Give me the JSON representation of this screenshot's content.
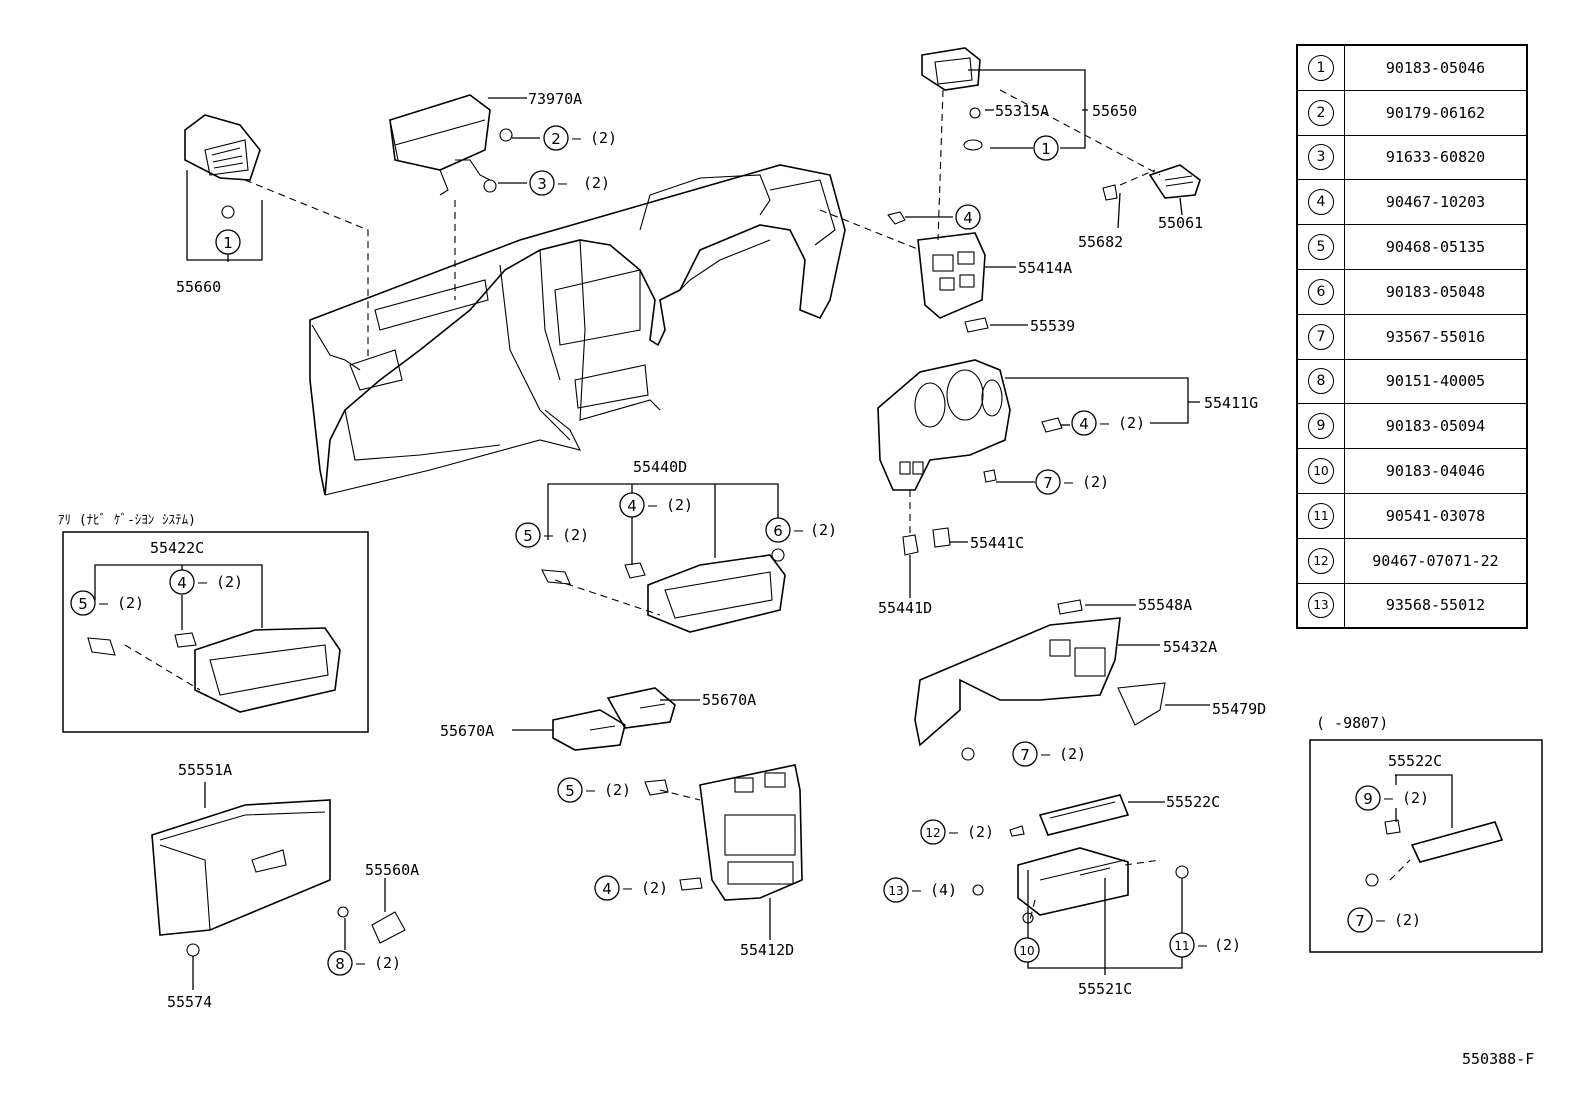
{
  "legend": [
    {
      "num": "1",
      "part": "90183-05046"
    },
    {
      "num": "2",
      "part": "90179-06162"
    },
    {
      "num": "3",
      "part": "91633-60820"
    },
    {
      "num": "4",
      "part": "90467-10203"
    },
    {
      "num": "5",
      "part": "90468-05135"
    },
    {
      "num": "6",
      "part": "90183-05048"
    },
    {
      "num": "7",
      "part": "93567-55016"
    },
    {
      "num": "8",
      "part": "90151-40005"
    },
    {
      "num": "9",
      "part": "90183-05094"
    },
    {
      "num": "10",
      "part": "90183-04046"
    },
    {
      "num": "11",
      "part": "90541-03078"
    },
    {
      "num": "12",
      "part": "90467-07071-22"
    },
    {
      "num": "13",
      "part": "93568-55012"
    }
  ],
  "parts": {
    "p55660": "55660",
    "p73970A": "73970A",
    "p55315A": "55315A",
    "p55650": "55650",
    "p55061": "55061",
    "p55682": "55682",
    "p55414A": "55414A",
    "p55539": "55539",
    "p55411G": "55411G",
    "p55441C": "55441C",
    "p55441D": "55441D",
    "p55440D": "55440D",
    "p55422C": "55422C",
    "p55548A": "55548A",
    "p55432A": "55432A",
    "p55479D": "55479D",
    "p55670A_r": "55670A",
    "p55670A_l": "55670A",
    "p55551A": "55551A",
    "p55560A": "55560A",
    "p55574": "55574",
    "p55412D": "55412D",
    "p55522C": "55522C",
    "p55522C_b": "55522C",
    "p55521C": "55521C"
  },
  "callouts": {
    "c1a": "1",
    "c1b": "1",
    "c2": "2",
    "c3": "3",
    "c4a": "4",
    "c4b": "4",
    "c4c": "4",
    "c4d": "4",
    "c4e": "4",
    "c5a": "5",
    "c5b": "5",
    "c5c": "5",
    "c6": "6",
    "c7a": "7",
    "c7b": "7",
    "c7c": "7",
    "c8": "8",
    "c9": "9",
    "c10": "10",
    "c11": "11",
    "c12": "12",
    "c13": "13"
  },
  "qty": {
    "q2": "(2)",
    "q4": "(4)"
  },
  "navi_caption": "ｱﾘ (ﾅﾋﾞ ｹﾞ-ｼﾖﾝ ｼｽﾃﾑ)",
  "period_caption": "(      -9807)",
  "diagram_id": "550388-F"
}
